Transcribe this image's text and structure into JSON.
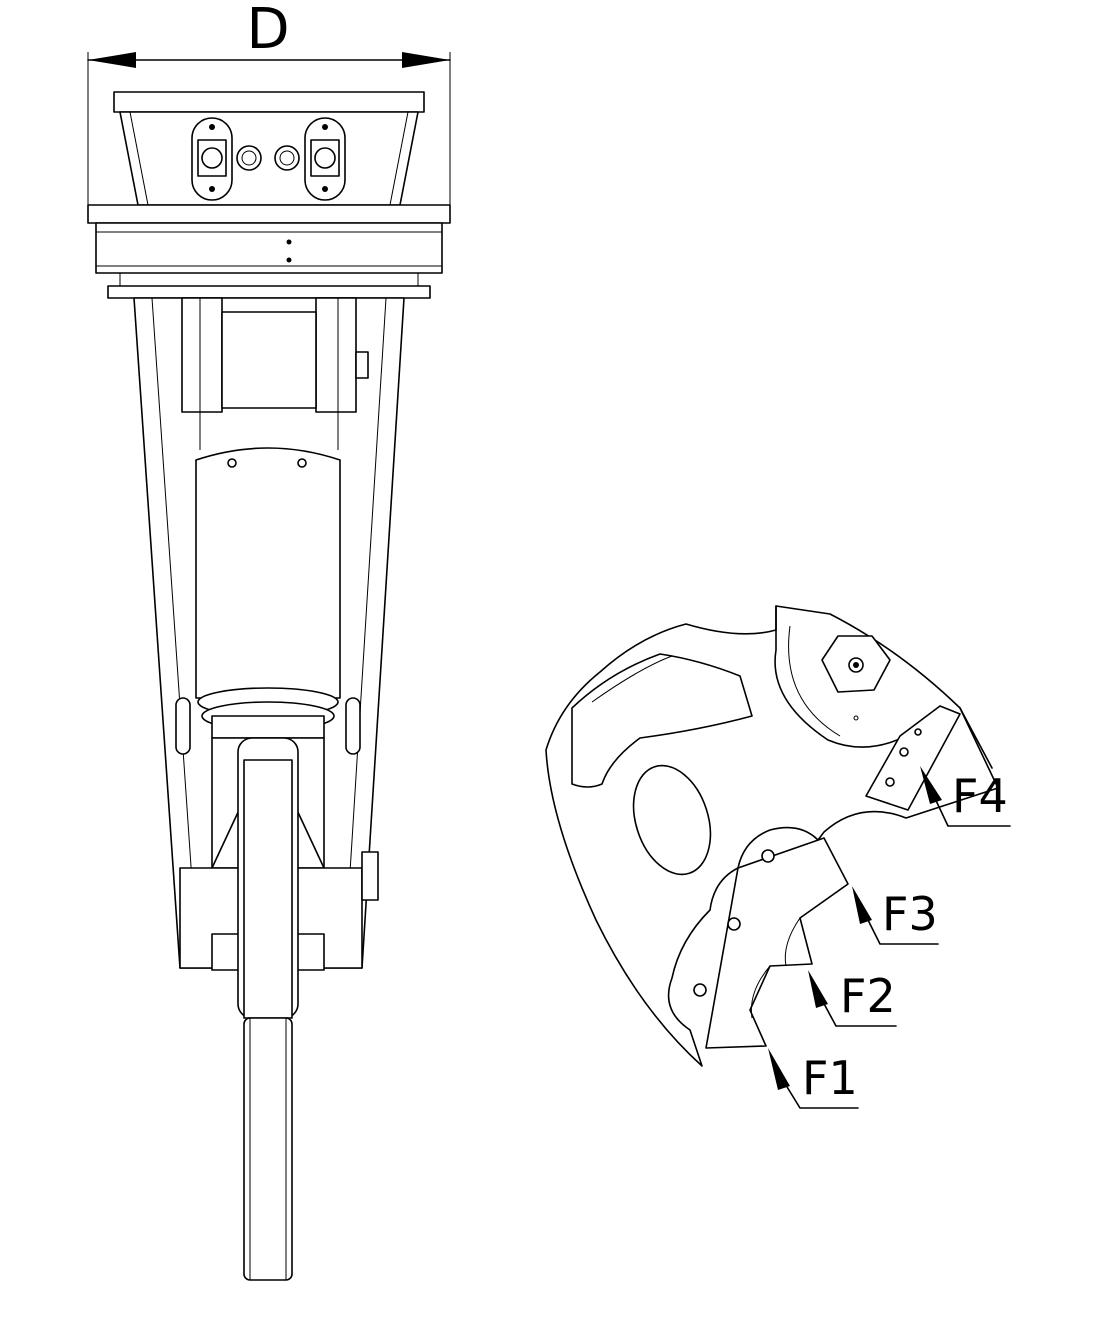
{
  "dimension": {
    "label": "D"
  },
  "callouts": [
    {
      "id": "f1",
      "label": "F1"
    },
    {
      "id": "f2",
      "label": "F2"
    },
    {
      "id": "f3",
      "label": "F3"
    },
    {
      "id": "f4",
      "label": "F4"
    }
  ]
}
